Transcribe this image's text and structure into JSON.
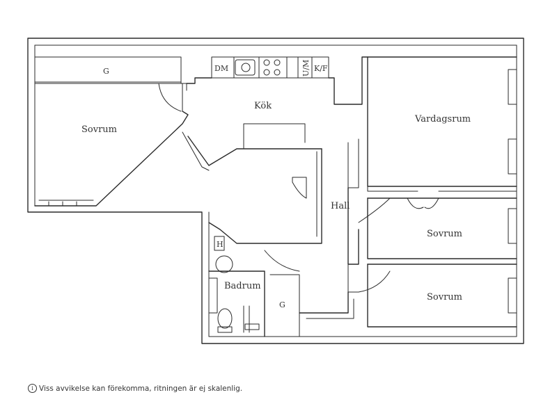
{
  "rooms": {
    "sovrum_1": "Sovrum",
    "kok": "Kök",
    "vardagsrum": "Vardagsrum",
    "hall": "Hall",
    "sovrum_2": "Sovrum",
    "sovrum_3": "Sovrum",
    "badrum": "Badrum"
  },
  "fixtures": {
    "wardrobe_top": "G",
    "wardrobe_bath": "G",
    "dishwasher": "DM",
    "microwave": "U/M",
    "fridge_freezer": "K/F",
    "shelf": "H"
  },
  "footnote": {
    "icon": "info-icon",
    "text": "Viss avvikelse kan förekomma, ritningen är ej skalenlig."
  }
}
